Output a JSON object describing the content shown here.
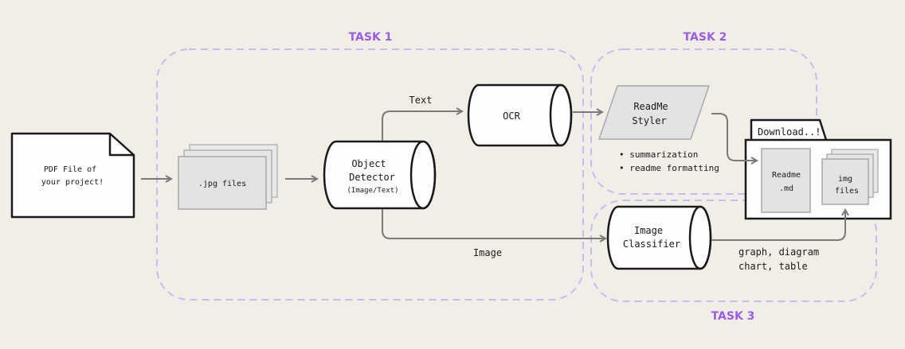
{
  "tasks": {
    "task1": "TASK 1",
    "task2": "TASK 2",
    "task3": "TASK 3"
  },
  "nodes": {
    "pdf": {
      "line1": "PDF File of",
      "line2": "your project!"
    },
    "jpg": {
      "label": ".jpg files"
    },
    "detector": {
      "line1": "Object",
      "line2": "Detector",
      "line3": "(Image/Text)"
    },
    "ocr": {
      "label": "OCR"
    },
    "styler": {
      "line1": "ReadMe",
      "line2": "Styler"
    },
    "styler_notes": {
      "item1": "• summarization",
      "item2": "• readme formatting"
    },
    "classifier": {
      "line1": "Image",
      "line2": "Classifier"
    },
    "download": {
      "title": "Download..!"
    },
    "readme": {
      "line1": "Readme",
      "line2": ".md"
    },
    "img_files": {
      "line1": "img",
      "line2": "files"
    }
  },
  "edges": {
    "text_label": "Text",
    "image_label": "Image",
    "classes_line1": "graph, diagram",
    "classes_line2": "chart, table"
  },
  "colors": {
    "background": "#f1eee8",
    "task_accent": "#9b5de5",
    "task_border": "#cdb8f2",
    "ink": "#1a1a1a",
    "arrow": "#7a7a7a",
    "gray_box": "#e3e3e3",
    "gray_border": "#a8a8a8"
  }
}
